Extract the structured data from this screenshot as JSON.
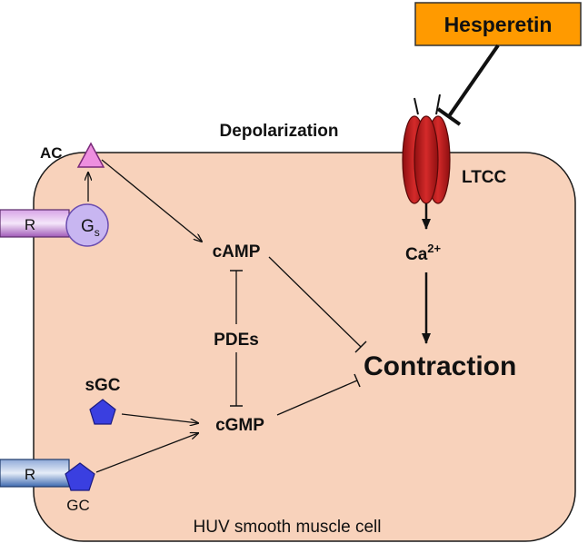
{
  "drug": {
    "label": "Hesperetin"
  },
  "labels": {
    "depolarization": "Depolarization",
    "ltcc": "LTCC",
    "ac": "AC",
    "camp": "cAMP",
    "pdes": "PDEs",
    "cgmp": "cGMP",
    "sgc": "sGC",
    "contraction": "Contraction",
    "cell": "HUV smooth muscle cell",
    "gc": "GC"
  },
  "receptors": {
    "top": "R",
    "bottom": "R"
  },
  "gs": {
    "base": "G",
    "sub": "s"
  },
  "calcium": {
    "base": "Ca",
    "sup": "2+"
  },
  "colors": {
    "cell_fill": "#f8d2bb",
    "drug_fill": "#ff9a00",
    "channel_red": "#c0191a",
    "ac_pink": "#ee8fe0",
    "gs_lavender": "#c8b6f1",
    "receptor_purple": "#a05ab8",
    "receptor_blue": "#3e6ab0",
    "gc_blue": "#3a3fe0"
  }
}
